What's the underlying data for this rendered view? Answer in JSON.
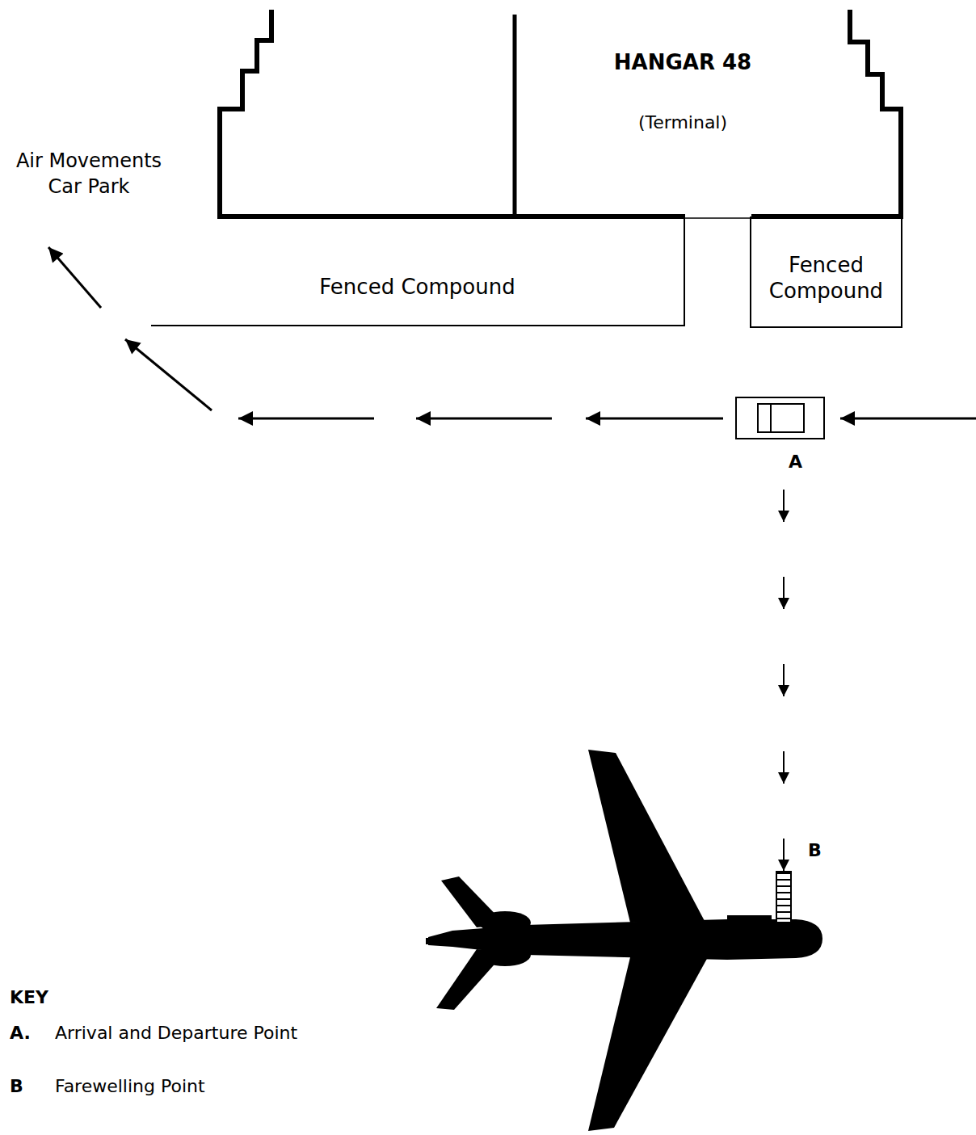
{
  "diagram": {
    "nodes": [
      {
        "text": [
          "HANGAR 48",
          "(Terminal)"
        ]
      },
      {
        "text": [
          "Fenced Compound"
        ]
      },
      {
        "text": [
          "Fenced Compound"
        ]
      },
      {
        "text": [
          "A"
        ]
      },
      {
        "text": [
          "B"
        ]
      }
    ],
    "edges": [
      {
        "from": 3,
        "to": 4,
        "arrow": "to"
      }
    ],
    "labels": [
      "Air Movements Car Park",
      "KEY",
      "A.",
      "B"
    ],
    "legend": [
      {
        "text": "Arrival and Departure Point"
      },
      {
        "text": "Farewelling Point"
      }
    ]
  }
}
